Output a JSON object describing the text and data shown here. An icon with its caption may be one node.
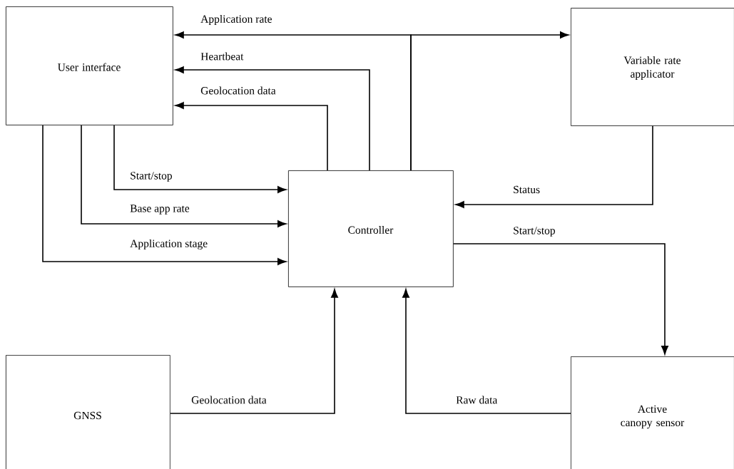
{
  "diagram": {
    "nodes": [
      {
        "text": [
          "User interface"
        ]
      },
      {
        "text": [
          "Variable rate applicator"
        ]
      },
      {
        "text": [
          "Controller"
        ]
      },
      {
        "text": [
          "GNSS"
        ]
      },
      {
        "text": [
          "Active canopy sensor"
        ]
      }
    ],
    "edges": [
      {
        "from": 2,
        "to": 0,
        "arrow": "to",
        "label": "Application rate"
      },
      {
        "from": 2,
        "to": 1,
        "arrow": "to"
      },
      {
        "from": 2,
        "to": 0,
        "arrow": "to",
        "label": "Heartbeat"
      },
      {
        "from": 2,
        "to": 0,
        "arrow": "to",
        "label": "Geolocation data"
      },
      {
        "from": 0,
        "to": 2,
        "arrow": "to",
        "label": "Start/stop"
      },
      {
        "from": 0,
        "to": 2,
        "arrow": "to",
        "label": "Base app rate"
      },
      {
        "from": 0,
        "to": 2,
        "arrow": "to",
        "label": "Application stage"
      },
      {
        "from": 1,
        "to": 2,
        "arrow": "to",
        "label": "Status"
      },
      {
        "from": 2,
        "to": 4,
        "arrow": "to",
        "label": "Start/stop"
      },
      {
        "from": 3,
        "to": 2,
        "arrow": "to",
        "label": "Geolocation data"
      },
      {
        "from": 4,
        "to": 2,
        "arrow": "to",
        "label": "Raw data"
      }
    ]
  }
}
